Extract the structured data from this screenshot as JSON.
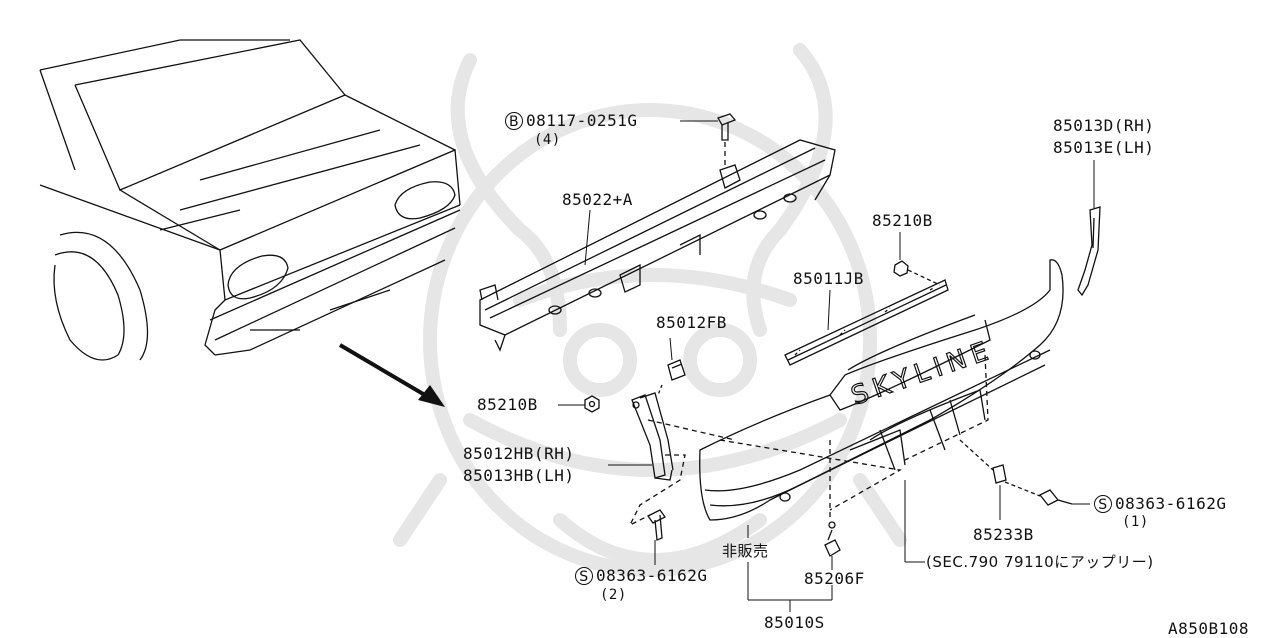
{
  "diagram_code": "A850B108",
  "watermark": {
    "name": "samurai-crest-watermark"
  },
  "parts": {
    "bolt_top": {
      "circle": "B",
      "code": "08117-0251G",
      "qty": "(4)"
    },
    "reinforcement": {
      "code": "85022+A"
    },
    "stay_side": {
      "rh": "85013D(RH)",
      "lh": "85013E(LH)"
    },
    "nut_right": {
      "code": "85210B"
    },
    "molding": {
      "code": "85011JB"
    },
    "clip_fb": {
      "code": "85012FB"
    },
    "nut_left": {
      "code": "85210B"
    },
    "bracket": {
      "rh": "85012HB(RH)",
      "lh": "85013HB(LH)"
    },
    "screw_left": {
      "circle": "S",
      "code": "08363-6162G",
      "qty": "(2)"
    },
    "not_for_sale": "非販売",
    "clip_f": {
      "code": "85206F"
    },
    "bumper_assy": {
      "code": "85010S"
    },
    "sec_ref": "(SEC.790 79110にアップリー)",
    "retainer": {
      "code": "85233B"
    },
    "screw_right": {
      "circle": "S",
      "code": "08363-6162G",
      "qty": "(1)"
    }
  }
}
